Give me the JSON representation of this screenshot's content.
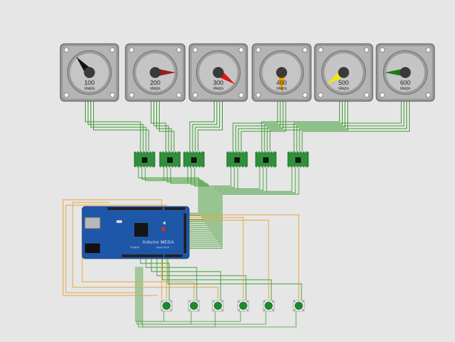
{
  "motors": [
    {
      "value": "100",
      "unit": "steps",
      "needle_color": "#111111",
      "angle_deg": -40
    },
    {
      "value": "200",
      "unit": "steps",
      "needle_color": "#9b1c1c",
      "angle_deg": 90
    },
    {
      "value": "300",
      "unit": "steps",
      "needle_color": "#e01818",
      "angle_deg": 125
    },
    {
      "value": "400",
      "unit": "steps",
      "needle_color": "#f2a000",
      "angle_deg": 180
    },
    {
      "value": "500",
      "unit": "steps",
      "needle_color": "#f2ea00",
      "angle_deg": 235
    },
    {
      "value": "600",
      "unit": "steps",
      "needle_color": "#1b7a12",
      "angle_deg": 270
    }
  ],
  "board": {
    "title": "Arduino MEGA",
    "sub_label_1": "POWER",
    "sub_label_2": "ANALOG IN",
    "color": "#1f57a8"
  },
  "colors": {
    "motor_wire": "#3b9a2e",
    "button_wire": "#e8a33a",
    "driver_board": "#2f8f3a",
    "button_cap": "#1c8a2b"
  }
}
